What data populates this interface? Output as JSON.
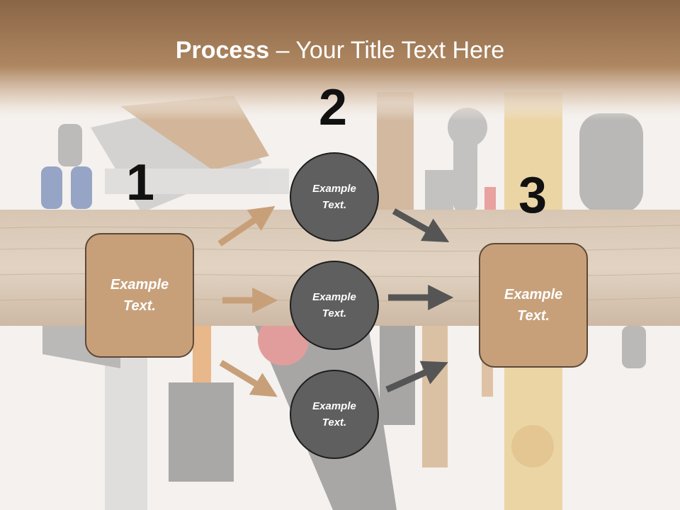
{
  "title": {
    "bold": "Process",
    "rest": " – Your Title Text Here"
  },
  "steps": [
    {
      "number": "1",
      "text": "Example\nText."
    },
    {
      "number": "2",
      "text": "Example\nText."
    },
    {
      "number": "3",
      "text": "Example\nText."
    }
  ],
  "circles": [
    {
      "text": "Example\nText."
    },
    {
      "text": "Example\nText."
    },
    {
      "text": "Example\nText."
    }
  ],
  "colors": {
    "header": "#a97d57",
    "box_fill": "#c7a07a",
    "box_border": "#5e4838",
    "circle_fill": "#5f5f5f",
    "arrow_tan": "#c7a07a",
    "arrow_dark": "#555555"
  }
}
